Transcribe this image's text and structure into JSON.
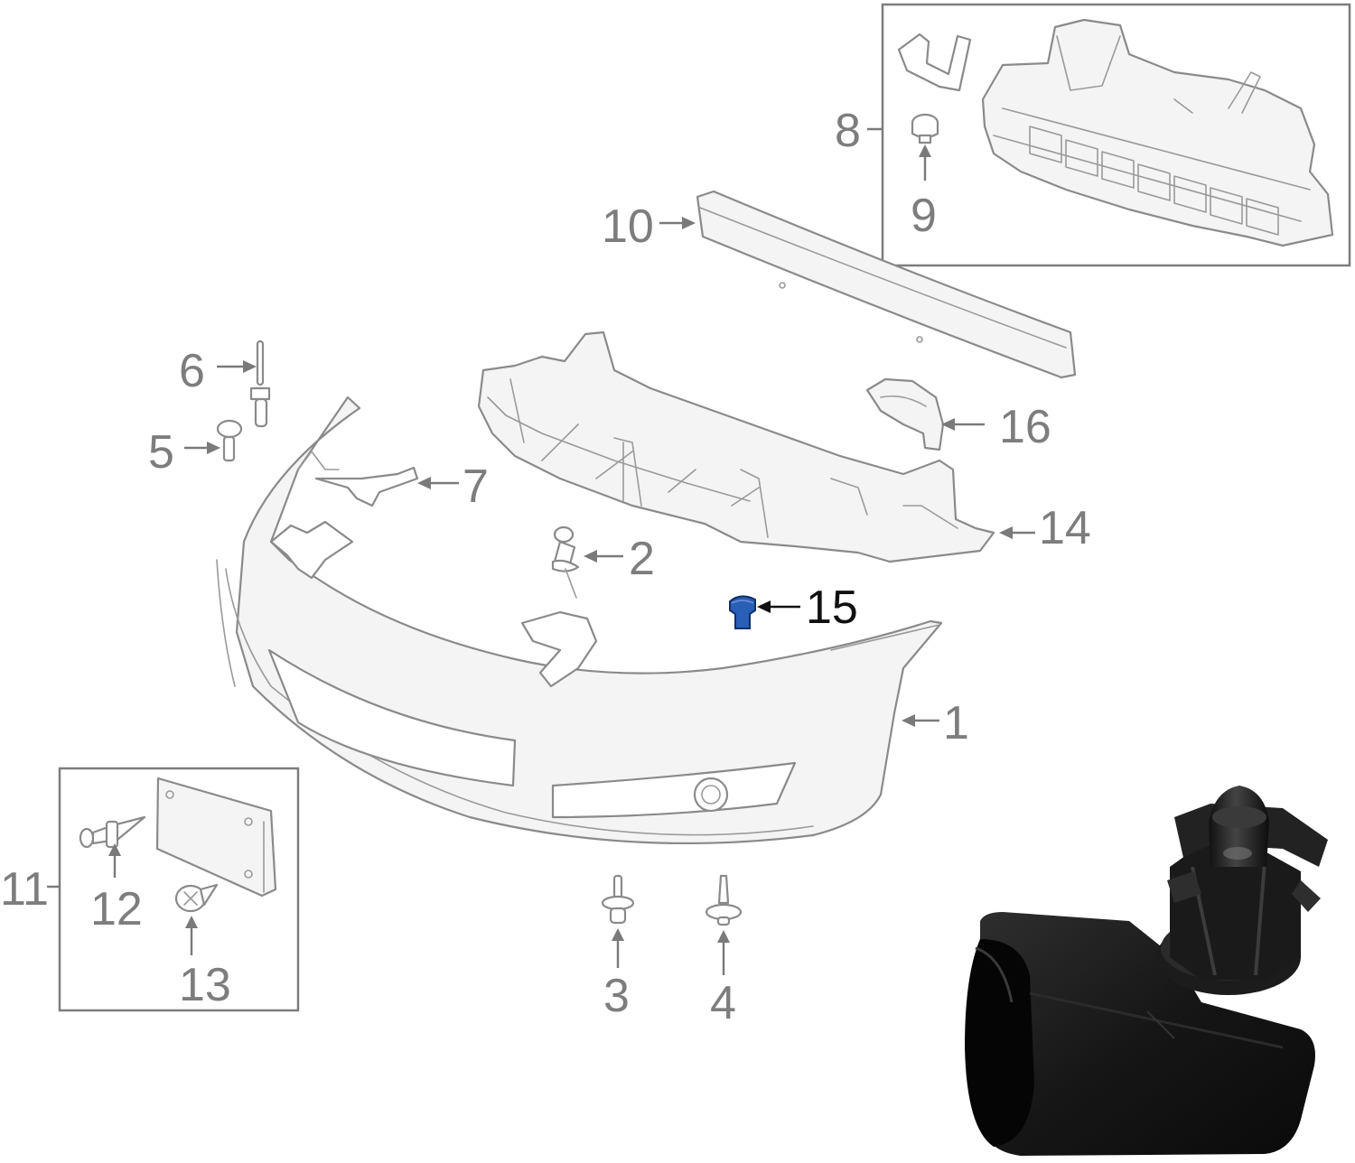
{
  "diagram": {
    "callouts": [
      {
        "id": "c1",
        "label": "1"
      },
      {
        "id": "c2",
        "label": "2"
      },
      {
        "id": "c3",
        "label": "3"
      },
      {
        "id": "c4",
        "label": "4"
      },
      {
        "id": "c5",
        "label": "5"
      },
      {
        "id": "c6",
        "label": "6"
      },
      {
        "id": "c7",
        "label": "7"
      },
      {
        "id": "c8",
        "label": "8"
      },
      {
        "id": "c9",
        "label": "9"
      },
      {
        "id": "c10",
        "label": "10"
      },
      {
        "id": "c11",
        "label": "11"
      },
      {
        "id": "c12",
        "label": "12"
      },
      {
        "id": "c13",
        "label": "13"
      },
      {
        "id": "c14",
        "label": "14"
      },
      {
        "id": "c15",
        "label": "15"
      },
      {
        "id": "c16",
        "label": "16"
      }
    ],
    "highlighted_part": "15",
    "colors": {
      "line": "#8a8a8a",
      "label": "#7d7d7d",
      "highlight_part": "#2a5fb8",
      "highlight_label": "#111111",
      "photo_part": "#1a1a1a"
    }
  }
}
